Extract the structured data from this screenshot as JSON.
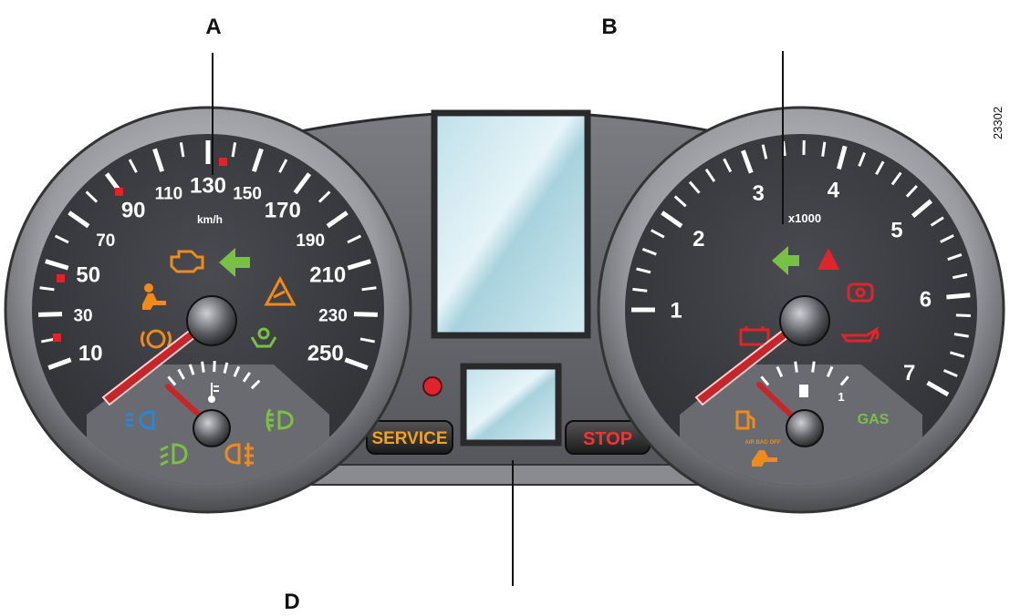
{
  "callouts": {
    "a": "A",
    "b": "B",
    "d": "D"
  },
  "ref_number": "23302",
  "speedometer": {
    "major_labels": [
      "10",
      "30",
      "50",
      "70",
      "90",
      "110",
      "130",
      "150",
      "170",
      "190",
      "210",
      "230",
      "250"
    ],
    "unit": "km/h"
  },
  "tachometer": {
    "major_labels": [
      "1",
      "2",
      "3",
      "4",
      "5",
      "6",
      "7"
    ],
    "unit": "x1000"
  },
  "temp_gauge": {
    "icon": "coolant-temperature-icon"
  },
  "fuel_gauge": {
    "icon": "fuel-pump-icon",
    "scale_label": "1",
    "fuel_type": "GAS"
  },
  "warning_lights": {
    "service": "SERVICE",
    "stop": "STOP",
    "small_icon_text": "AIR BAG OFF"
  },
  "colors": {
    "dial": "#3e3f44",
    "lower_sector": "#6a6b70",
    "panel": "#5f6065",
    "needle": "#c8252b",
    "amber": "#f08a1c",
    "green": "#79c142",
    "red": "#e0242b",
    "blue": "#2a86d8",
    "service_text": "#f3a21c",
    "stop_text": "#ff3030"
  }
}
